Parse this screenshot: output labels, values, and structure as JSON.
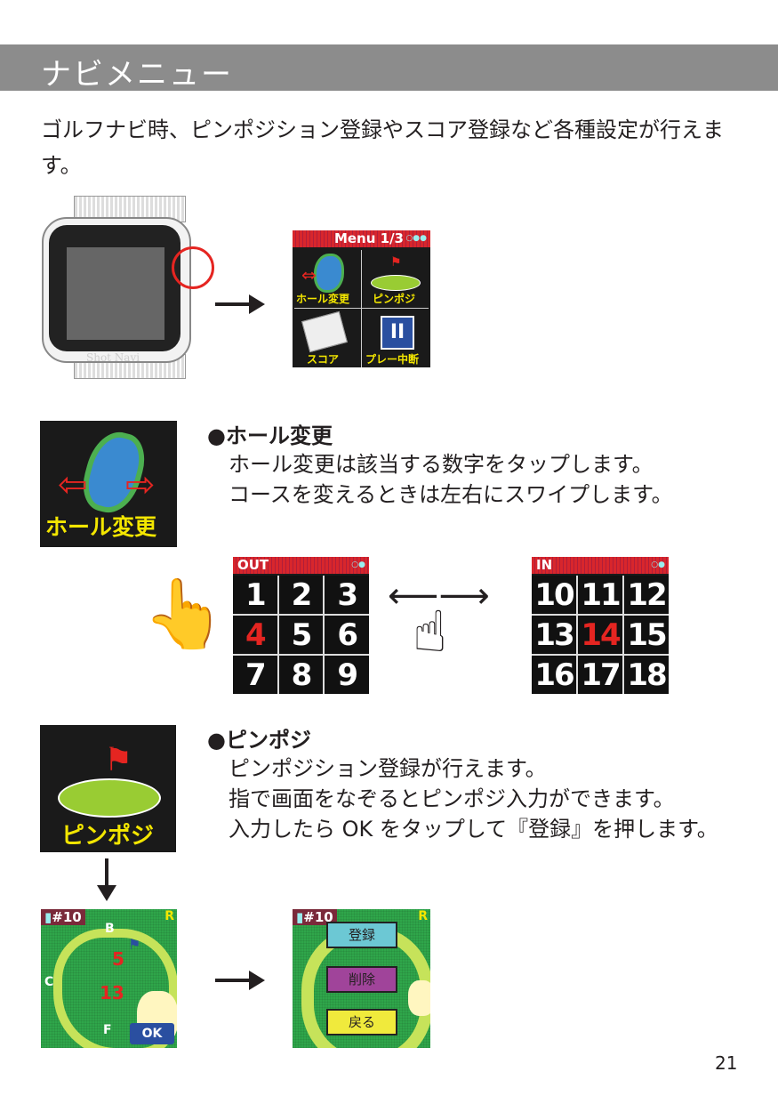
{
  "header": {
    "title": "ナビメニュー"
  },
  "intro": "ゴルフナビ時、ピンポジション登録やスコア登録など各種設定が行えます。",
  "watch": {
    "brand": "Shot Navi"
  },
  "menu_screen": {
    "title": "Menu 1/3",
    "items": [
      "ホール変更",
      "ピンポジ",
      "スコア",
      "プレー中断"
    ]
  },
  "hole_change": {
    "icon_label": "ホール変更",
    "title": "●ホール変更",
    "lines": [
      "ホール変更は該当する数字をタップします。",
      "コースを変えるときは左右にスワイプします。"
    ]
  },
  "out_grid": {
    "title": "OUT",
    "numbers": [
      "1",
      "2",
      "3",
      "4",
      "5",
      "6",
      "7",
      "8",
      "9"
    ],
    "selected": "4"
  },
  "in_grid": {
    "title": "IN",
    "numbers": [
      "10",
      "11",
      "12",
      "13",
      "14",
      "15",
      "16",
      "17",
      "18"
    ],
    "selected": "14"
  },
  "pinpos": {
    "icon_label": "ピンポジ",
    "title": "●ピンポジ",
    "lines": [
      "ピンポジション登録が行えます。",
      "指で画面をなぞるとピンポジ入力ができます。",
      "入力したら OK をタップして『登録』を押します。"
    ]
  },
  "map1": {
    "hole": "#10",
    "side": "R",
    "labels": [
      "B",
      "C",
      "F"
    ],
    "dist1": "5",
    "dist2": "13",
    "ok": "OK"
  },
  "map2": {
    "hole": "#10",
    "side": "R",
    "buttons": [
      "登録",
      "削除",
      "戻る"
    ],
    "colors": {
      "register": "#6cc8d4",
      "delete": "#a0449a",
      "back": "#f0ea3c"
    }
  },
  "page_number": "21",
  "colors": {
    "header": "#8c8c8c",
    "accent_red": "#e52521"
  }
}
